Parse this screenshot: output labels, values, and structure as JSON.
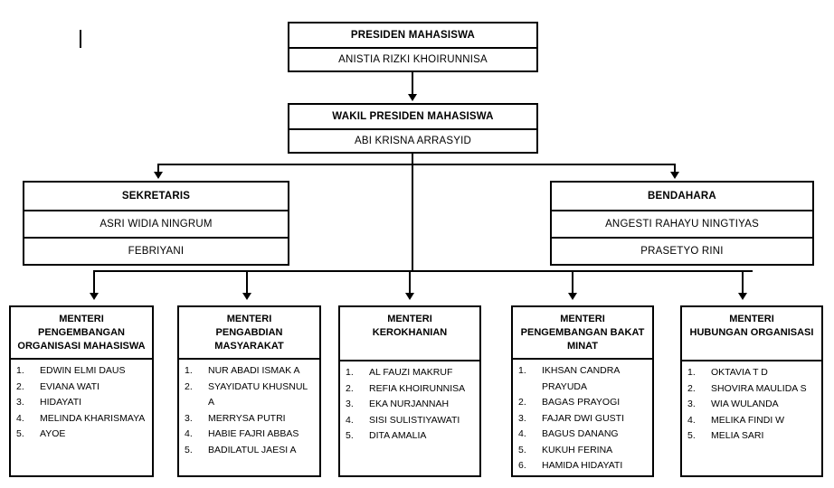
{
  "president": {
    "title": "PRESIDEN MAHASISWA",
    "name": "ANISTIA RIZKI KHOIRUNNISA"
  },
  "vice_president": {
    "title": "WAKIL PRESIDEN MAHASISWA",
    "name": "ABI KRISNA ARRASYID"
  },
  "secretary": {
    "title": "SEKRETARIS",
    "name1": "ASRI WIDIA NINGRUM",
    "name2": "FEBRIYANI"
  },
  "treasurer": {
    "title": "BENDAHARA",
    "name1": "ANGESTI RAHAYU NINGTIYAS",
    "name2": "PRASETYO RINI"
  },
  "ministries": [
    {
      "title": "MENTERI\nPENGEMBANGAN\nORGANISASI MAHASISWA",
      "members": [
        {
          "num": "1.",
          "name": "EDWIN ELMI DAUS"
        },
        {
          "num": "2.",
          "name": "EVIANA WATI"
        },
        {
          "num": "3.",
          "name": "HIDAYATI"
        },
        {
          "num": "4.",
          "name": "MELINDA KHARISMAYA"
        },
        {
          "num": "5.",
          "name": "AYOE"
        }
      ]
    },
    {
      "title": "MENTERI\nPENGABDIAN\nMASYARAKAT",
      "members": [
        {
          "num": "1.",
          "name": "NUR ABADI ISMAK A"
        },
        {
          "num": "2.",
          "name": "SYAYIDATU KHUSNUL A"
        },
        {
          "num": "3.",
          "name": "MERRYSA PUTRI"
        },
        {
          "num": "4.",
          "name": "HABIE FAJRI ABBAS"
        },
        {
          "num": "5.",
          "name": "BADILATUL JAESI A"
        }
      ]
    },
    {
      "title": "MENTERI\nKEROKHANIAN",
      "members": [
        {
          "num": "1.",
          "name": "AL FAUZI MAKRUF"
        },
        {
          "num": "2.",
          "name": "REFIA KHOIRUNNISA"
        },
        {
          "num": "3.",
          "name": "EKA NURJANNAH"
        },
        {
          "num": "4.",
          "name": "SISI SULISTIYAWATI"
        },
        {
          "num": "5.",
          "name": "DITA AMALIA"
        }
      ]
    },
    {
      "title": "MENTERI\nPENGEMBANGAN BAKAT\nMINAT",
      "members": [
        {
          "num": "1.",
          "name": "IKHSAN CANDRA\nPRAYUDA"
        },
        {
          "num": "2.",
          "name": "BAGAS PRAYOGI"
        },
        {
          "num": "3.",
          "name": "FAJAR DWI GUSTI"
        },
        {
          "num": "4.",
          "name": "BAGUS DANANG"
        },
        {
          "num": "5.",
          "name": "KUKUH FERINA"
        },
        {
          "num": "6.",
          "name": "HAMIDA HIDAYATI"
        }
      ]
    },
    {
      "title": "MENTERI\nHUBUNGAN ORGANISASI",
      "members": [
        {
          "num": "1.",
          "name": "OKTAVIA T D"
        },
        {
          "num": "2.",
          "name": "SHOVIRA MAULIDA S"
        },
        {
          "num": "3.",
          "name": "WIA WULANDA"
        },
        {
          "num": "4.",
          "name": "MELIKA FINDI W"
        },
        {
          "num": "5.",
          "name": "MELIA SARI"
        }
      ]
    }
  ],
  "colors": {
    "stroke": "#000000",
    "background": "#ffffff"
  }
}
